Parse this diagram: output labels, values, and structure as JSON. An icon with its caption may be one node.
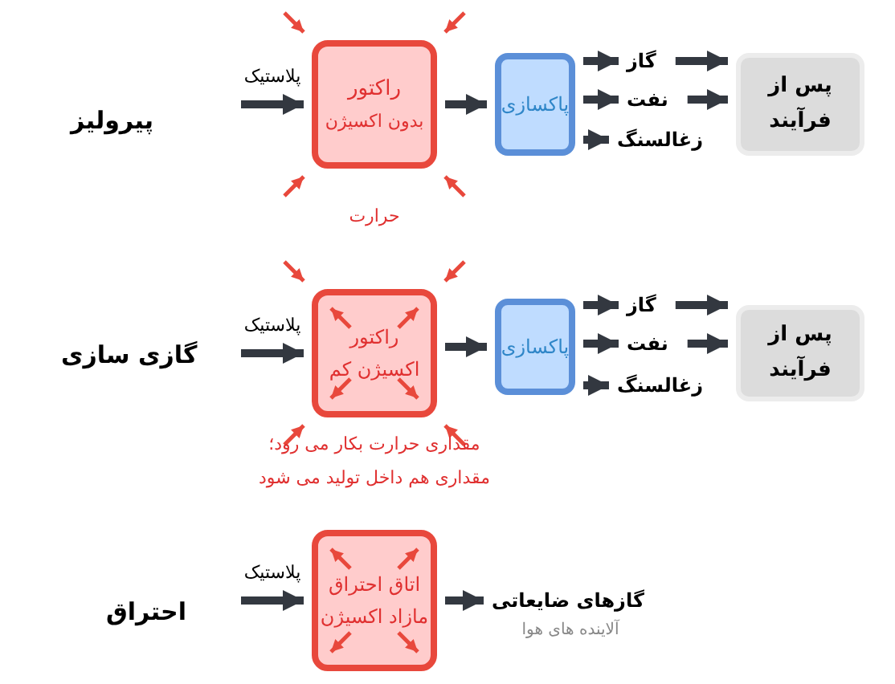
{
  "diagram": {
    "nodes": [
      {
        "text": [
          "راکتور",
          "بدون اکسیژن"
        ],
        "beside": [
          "حرارت"
        ]
      },
      {
        "text": [
          "پاکسازی"
        ]
      },
      {
        "text": [
          "گاز"
        ]
      },
      {
        "text": [
          "نفت"
        ]
      },
      {
        "text": [
          "زغالسنگ"
        ]
      },
      {
        "text": [
          "پس از فرآیند"
        ]
      },
      {
        "text": [
          "راکتور",
          "اکسیژن کم"
        ],
        "beside": [
          "مقداری حرارت بکار می رود؛ مقداری هم داخل تولید می شود"
        ]
      },
      {
        "text": [
          "پاکسازی"
        ]
      },
      {
        "text": [
          "گاز"
        ]
      },
      {
        "text": [
          "نفت"
        ]
      },
      {
        "text": [
          "زغالسنگ"
        ]
      },
      {
        "text": [
          "پس از فرآیند"
        ]
      },
      {
        "text": [
          "اتاق احتراق",
          "مازاد اکسیژن"
        ]
      },
      {
        "text": [
          "گازهای ضایعاتی"
        ],
        "beside": [
          "آلاینده های هوا"
        ]
      }
    ],
    "edges": [
      {
        "from": null,
        "to": 0,
        "arrow": "to",
        "label": "پلاستیک"
      },
      {
        "from": 0,
        "to": 1,
        "arrow": "to"
      },
      {
        "from": 1,
        "to": 2,
        "arrow": "to"
      },
      {
        "from": 1,
        "to": 3,
        "arrow": "to"
      },
      {
        "from": 1,
        "to": 4,
        "arrow": "to"
      },
      {
        "from": 2,
        "to": 5,
        "arrow": "to"
      },
      {
        "from": 3,
        "to": 5,
        "arrow": "to"
      },
      {
        "from": null,
        "to": 6,
        "arrow": "to",
        "label": "پلاستیک"
      },
      {
        "from": 6,
        "to": 7,
        "arrow": "to"
      },
      {
        "from": 7,
        "to": 8,
        "arrow": "to"
      },
      {
        "from": 7,
        "to": 9,
        "arrow": "to"
      },
      {
        "from": 7,
        "to": 10,
        "arrow": "to"
      },
      {
        "from": 8,
        "to": 11,
        "arrow": "to"
      },
      {
        "from": 9,
        "to": 11,
        "arrow": "to"
      },
      {
        "from": null,
        "to": 12,
        "arrow": "to",
        "label": "پلاستیک"
      },
      {
        "from": 12,
        "to": 13,
        "arrow": "to"
      }
    ],
    "labels": [
      "پیرولیز",
      "گازی سازی",
      "احتراق"
    ]
  }
}
